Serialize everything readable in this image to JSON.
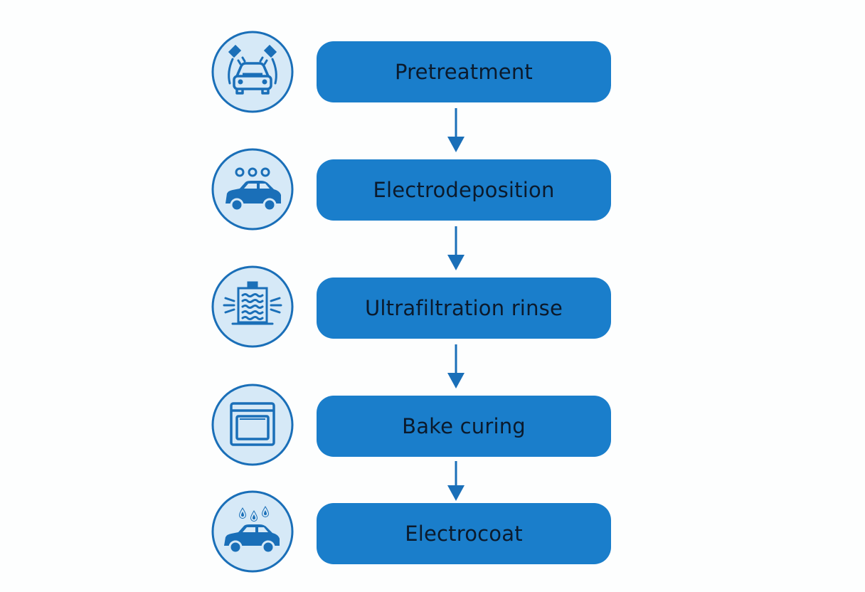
{
  "diagram": {
    "colors": {
      "box_fill": "#1a7ecb",
      "label_text": "#0b1a2c",
      "icon_stroke": "#1a6fb8",
      "icon_fill": "#d6e9f7",
      "arrow": "#1a6fb8"
    },
    "steps": [
      {
        "label": "Pretreatment",
        "icon": "car-wash-spray-icon"
      },
      {
        "label": "Electrodeposition",
        "icon": "car-bath-bubbles-icon"
      },
      {
        "label": "Ultrafiltration rinse",
        "icon": "filter-unit-icon"
      },
      {
        "label": "Bake curing",
        "icon": "oven-icon"
      },
      {
        "label": "Electrocoat",
        "icon": "car-drops-icon"
      }
    ]
  }
}
